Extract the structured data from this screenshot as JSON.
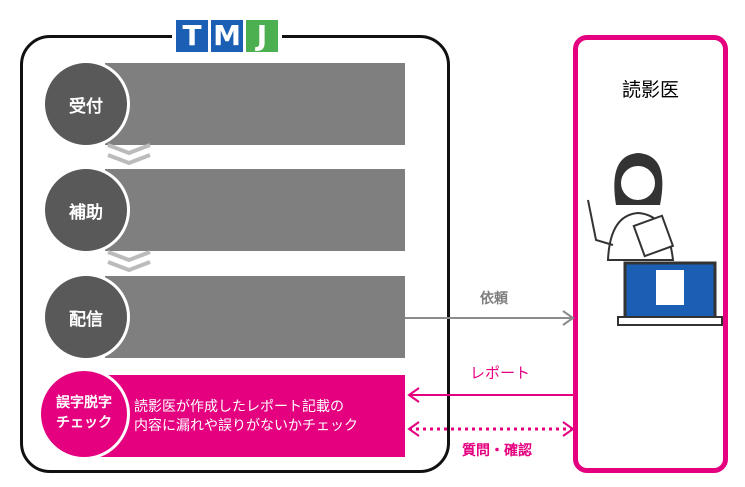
{
  "logo": {
    "letters": [
      "T",
      "M",
      "J"
    ],
    "colors": [
      "#1a5fb4",
      "#1a5fb4",
      "#4caf50"
    ]
  },
  "steps": [
    {
      "label": "受付"
    },
    {
      "label": "補助"
    },
    {
      "label": "配信"
    }
  ],
  "check": {
    "label_line1": "誤字脱字",
    "label_line2": "チェック",
    "desc_line1": "読影医が作成したレポート記載の",
    "desc_line2": "内容に漏れや誤りがないかチェック"
  },
  "doctor": {
    "title": "読影医"
  },
  "arrows": {
    "request": "依頼",
    "report": "レポート",
    "question": "質問・確認"
  },
  "colors": {
    "accent": "#e4007f",
    "gray": "#7f7f7f",
    "dark": "#595959"
  }
}
